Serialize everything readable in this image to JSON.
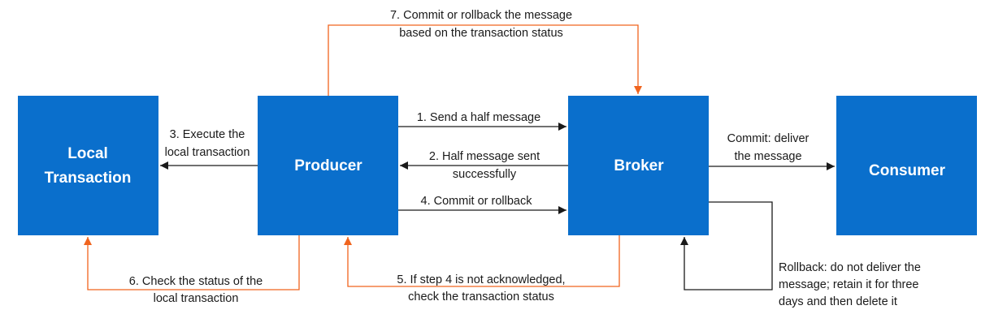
{
  "colors": {
    "node_fill": "#0a6fcc",
    "node_text": "#ffffff",
    "black_edge": "#1a1a1a",
    "orange_edge": "#f0641e"
  },
  "nodes": {
    "local_transaction": {
      "lines": [
        "Local",
        "Transaction"
      ]
    },
    "producer": {
      "lines": [
        "Producer"
      ]
    },
    "broker": {
      "lines": [
        "Broker"
      ]
    },
    "consumer": {
      "lines": [
        "Consumer"
      ]
    }
  },
  "edges": {
    "step1": {
      "lines": [
        "1. Send a half message"
      ]
    },
    "step2": {
      "lines": [
        "2. Half message sent",
        "successfully"
      ]
    },
    "step3": {
      "lines": [
        "3. Execute the",
        "local transaction"
      ]
    },
    "step4": {
      "lines": [
        "4. Commit or rollback"
      ]
    },
    "step5": {
      "lines": [
        "5. If step 4 is not acknowledged,",
        "check the transaction status"
      ]
    },
    "step6": {
      "lines": [
        "6. Check the status of the",
        "local transaction"
      ]
    },
    "step7": {
      "lines": [
        "7. Commit or rollback the message",
        "based on the transaction status"
      ]
    },
    "commit": {
      "lines": [
        "Commit: deliver",
        "the message"
      ]
    },
    "rollback": {
      "lines": [
        "Rollback: do not deliver the",
        "message; retain it for three",
        "days and then delete it"
      ]
    }
  }
}
